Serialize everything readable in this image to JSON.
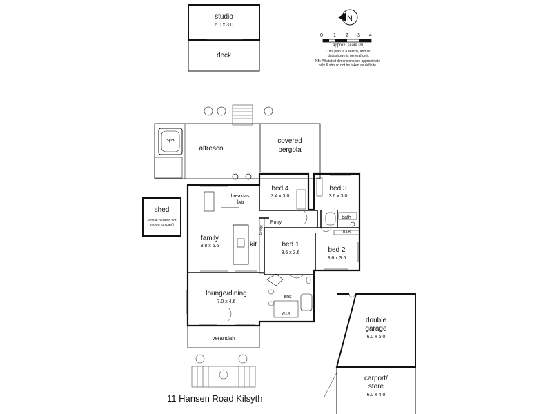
{
  "address": "11 Hansen Road Kilsyth",
  "scale": {
    "ticks": [
      "0",
      "1",
      "2",
      "3",
      "4"
    ],
    "label": "approx. scale (m)",
    "note1": "This plan is a sketch, and all",
    "note2": "data shown is general only.",
    "note3": "NB: All stated dimensions are approximate",
    "note4": "only & should not be taken as definite."
  },
  "rooms": {
    "studio": {
      "name": "studio",
      "dims": "6.0 x 3.0"
    },
    "deck": {
      "name": "deck"
    },
    "spa": {
      "name": "spa"
    },
    "alfresco": {
      "name": "alfresco"
    },
    "covered_pergola": {
      "name_line1": "covered",
      "name_line2": "pergola"
    },
    "shed": {
      "name": "shed",
      "note_line1": "(actual position not",
      "note_line2": "shown to scale)"
    },
    "breakfast_bar": {
      "name_line1": "breakfast",
      "name_line2": "bar"
    },
    "bed4": {
      "name": "bed 4",
      "dims": "3.4 x 3.0"
    },
    "bed3": {
      "name": "bed 3",
      "dims": "3.6 x 3.0"
    },
    "bath": {
      "name": "bath"
    },
    "bir": {
      "name": "B.I.R"
    },
    "pantry": {
      "name": "Pntry"
    },
    "fridge": {
      "name": "Fridge"
    },
    "family": {
      "name": "family",
      "dims": "3.8 x 5.6"
    },
    "kit": {
      "name": "kit"
    },
    "bed1": {
      "name": "bed 1",
      "dims": "3.6 x 3.6"
    },
    "bed2": {
      "name": "bed 2",
      "dims": "3.6 x 3.6"
    },
    "lounge_dining": {
      "name": "lounge/dining",
      "dims": "7.0 x 4.6"
    },
    "ens": {
      "name": "ens"
    },
    "wir": {
      "name": "W.I.R"
    },
    "verandah": {
      "name": "verandah"
    },
    "double_garage": {
      "name_line1": "double",
      "name_line2": "garage",
      "dims": "6.0 x 6.0"
    },
    "carport_store": {
      "name_line1": "carport/",
      "name_line2": "store",
      "dims": "6.0 x 4.0"
    }
  }
}
